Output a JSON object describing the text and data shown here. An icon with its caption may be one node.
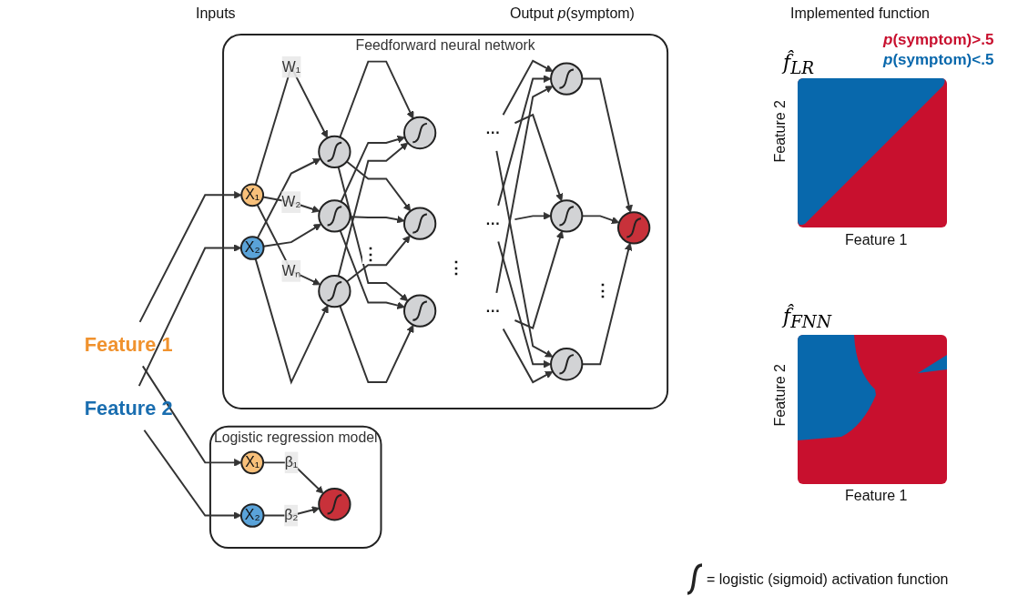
{
  "diagram": {
    "nodes": [
      {
        "text": [
          "Feature 1"
        ]
      },
      {
        "text": [
          "Feature 2"
        ]
      },
      {
        "text": [
          "Logistic regression model"
        ]
      },
      {
        "text": [
          "X₁"
        ],
        "in": 2
      },
      {
        "text": [
          "X₂"
        ],
        "in": 2
      },
      {
        "text": [],
        "shape": "circle",
        "in": 2
      },
      {
        "text": [
          "Feedforward neural network"
        ]
      },
      {
        "text": [
          "X₁"
        ],
        "in": 6
      },
      {
        "text": [
          "X₂"
        ],
        "in": 6
      },
      {
        "text": [],
        "shape": "circle",
        "in": 6
      },
      {
        "text": [],
        "shape": "circle",
        "in": 6
      },
      {
        "text": [],
        "shape": "circle",
        "in": 6
      },
      {
        "text": [],
        "shape": "circle",
        "in": 6
      },
      {
        "text": [],
        "shape": "circle",
        "in": 6
      },
      {
        "text": [],
        "shape": "circle",
        "in": 6
      },
      {
        "text": [
          "···"
        ],
        "in": 6
      },
      {
        "text": [
          "···"
        ],
        "in": 6
      },
      {
        "text": [
          "···"
        ],
        "in": 6
      },
      {
        "text": [],
        "shape": "circle",
        "in": 6
      },
      {
        "text": [],
        "shape": "circle",
        "in": 6
      },
      {
        "text": [],
        "shape": "circle",
        "in": 6
      },
      {
        "text": [],
        "shape": "circle",
        "in": 6
      }
    ],
    "edges": [
      {
        "from": 0,
        "to": 3,
        "arrow": "to"
      },
      {
        "from": 0,
        "to": 7,
        "arrow": "to"
      },
      {
        "from": 1,
        "to": 4,
        "arrow": "to"
      },
      {
        "from": 1,
        "to": 8,
        "arrow": "to"
      },
      {
        "from": 3,
        "to": 5,
        "arrow": "to",
        "label": "β₁"
      },
      {
        "from": 4,
        "to": 5,
        "arrow": "to",
        "label": "β₂"
      },
      {
        "from": 7,
        "to": 9,
        "arrow": "to",
        "label": "W₁"
      },
      {
        "from": 7,
        "to": 10,
        "arrow": "to",
        "label": "W₂"
      },
      {
        "from": 7,
        "to": 11,
        "arrow": "to",
        "label": "Wₙ"
      },
      {
        "from": 8,
        "to": 9,
        "arrow": "to"
      },
      {
        "from": 8,
        "to": 10,
        "arrow": "to"
      },
      {
        "from": 8,
        "to": 11,
        "arrow": "to"
      },
      {
        "from": 9,
        "to": 12,
        "arrow": "to"
      },
      {
        "from": 9,
        "to": 13,
        "arrow": "to"
      },
      {
        "from": 9,
        "to": 14,
        "arrow": "to"
      },
      {
        "from": 10,
        "to": 12,
        "arrow": "to"
      },
      {
        "from": 10,
        "to": 13,
        "arrow": "to"
      },
      {
        "from": 10,
        "to": 14,
        "arrow": "to"
      },
      {
        "from": 11,
        "to": 12,
        "arrow": "to"
      },
      {
        "from": 11,
        "to": 13,
        "arrow": "to"
      },
      {
        "from": 11,
        "to": 14,
        "arrow": "to"
      },
      {
        "from": 15,
        "to": 18,
        "arrow": "to"
      },
      {
        "from": 15,
        "to": 19,
        "arrow": "to"
      },
      {
        "from": 15,
        "to": 20,
        "arrow": "to"
      },
      {
        "from": 16,
        "to": 18,
        "arrow": "to"
      },
      {
        "from": 16,
        "to": 19,
        "arrow": "to"
      },
      {
        "from": 16,
        "to": 20,
        "arrow": "to"
      },
      {
        "from": 17,
        "to": 18,
        "arrow": "to"
      },
      {
        "from": 17,
        "to": 19,
        "arrow": "to"
      },
      {
        "from": 17,
        "to": 20,
        "arrow": "to"
      },
      {
        "from": 18,
        "to": 21,
        "arrow": "to"
      },
      {
        "from": 19,
        "to": 21,
        "arrow": "to"
      },
      {
        "from": 20,
        "to": 21,
        "arrow": "to"
      }
    ],
    "labels": [
      "Inputs",
      "Output *p*(symptom)",
      "Implemented function",
      "f̂$_{LR}$",
      "Feature 2",
      "Feature 1",
      "f̂$_{FNN}$",
      "Feature 2",
      "Feature 1",
      "⋮",
      "⋮",
      "⋮"
    ],
    "legend": [
      {
        "text": "*p*(symptom)>.5",
        "color": "#c8102e"
      },
      {
        "text": "*p*(symptom)<.5",
        "color": "#0868ac"
      },
      {
        "text": "= logistic (sigmoid) activation function"
      }
    ]
  }
}
